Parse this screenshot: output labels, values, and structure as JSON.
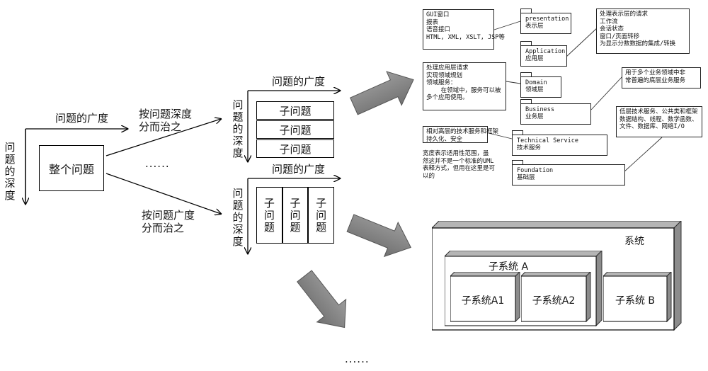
{
  "left": {
    "breadth_label": "问题的广度",
    "depth_label": "问题的深度",
    "whole_problem": "整个问题",
    "split_by_depth": "按问题深度\n分而治之",
    "split_by_breadth": "按问题广度\n分而治之",
    "ellipsis_middle": "......"
  },
  "depth_diagram": {
    "breadth_label": "问题的广度",
    "depth_label": "问题的深度",
    "rows": [
      "子问题",
      "子问题",
      "子问题"
    ]
  },
  "breadth_diagram": {
    "breadth_label": "问题的广度",
    "depth_label": "问题的深度",
    "cols": [
      "子问题",
      "子问题",
      "子问题"
    ]
  },
  "layers": {
    "presentation": "presentation\n表示层",
    "application": "Application\n应用层",
    "domain": "Domain\n领域层",
    "business": "Business\n业务层",
    "technical": "Technical Service\n技术服务",
    "foundation": "Foundation\n基础层",
    "note_gui": "GUI窗口\n报表\n语音接口\nHTML, XML, XSLT, JSP等",
    "note_app": "处理表示层的请求\n工作流\n会话状态\n窗口/页面转移\n为显示分数数据的集成/转换",
    "note_domain": "处理应用层请求\n实现领域规划\n领域服务：\n    在领域中，服务可以被\n多个应用使用。",
    "note_business": "用于多个业务领域中非\n常普遍的底层业务服务",
    "note_tech": "相对高层的技术服务和框架\n持久化、安全",
    "note_width": "宽度表示适用性范围，虽\n然这并不是一个标准的UML\n表释方式，但用在这里是可\n以的",
    "note_foundation": "低层技术服务、公共类和框架\n数据结构、线程、数学函数、\n文件、数据库、网络I/O"
  },
  "system": {
    "title": "系统",
    "subsystem_a": "子系统 A",
    "subsystem_a1": "子系统A1",
    "subsystem_a2": "子系统A2",
    "subsystem_b": "子系统 B"
  },
  "bottom_ellipsis": "......",
  "colors": {
    "arrow_fill": "#8a8a8a",
    "arrow_stroke": "#555555",
    "node_shadow": "#9a9a9a"
  }
}
